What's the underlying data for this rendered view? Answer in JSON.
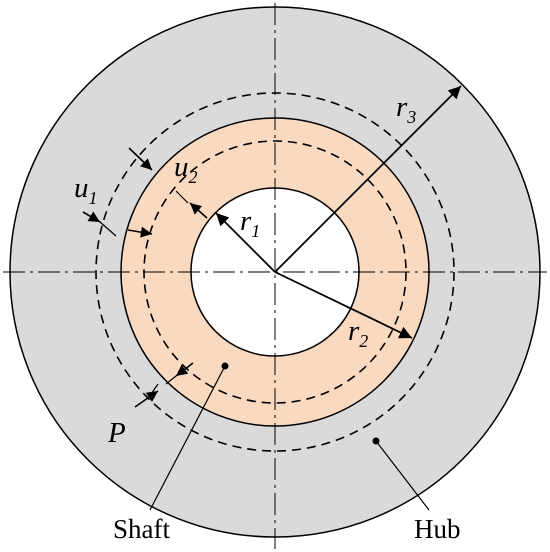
{
  "colors": {
    "hub_fill": "#dadada",
    "shaft_fill": "#fad9c1",
    "bore_fill": "#ffffff",
    "stroke": "#000000"
  },
  "labels": {
    "shaft": "Shaft",
    "hub": "Hub",
    "pressure": "P",
    "r1": {
      "base": "r",
      "sub": "1"
    },
    "r2": {
      "base": "r",
      "sub": "2"
    },
    "r3": {
      "base": "r",
      "sub": "3"
    },
    "u1": {
      "base": "u",
      "sub": "1"
    },
    "u2": {
      "base": "u",
      "sub": "2"
    }
  }
}
